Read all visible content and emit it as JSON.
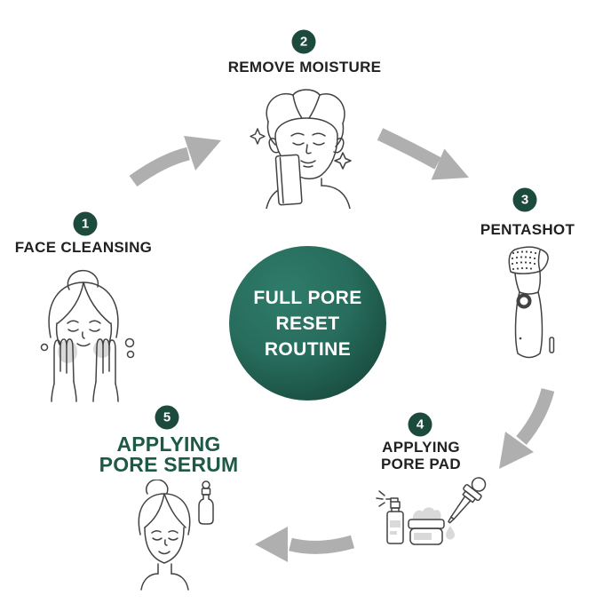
{
  "diagram": {
    "center": {
      "lines": [
        "FULL PORE",
        "RESET",
        "ROUTINE"
      ]
    },
    "steps": [
      {
        "number": "1",
        "lines": [
          "FACE CLEANSING"
        ],
        "icon": "face-cleansing-icon"
      },
      {
        "number": "2",
        "lines": [
          "REMOVE MOISTURE"
        ],
        "icon": "towel-face-icon"
      },
      {
        "number": "3",
        "lines": [
          "PENTASHOT"
        ],
        "icon": "pentashot-device-icon"
      },
      {
        "number": "4",
        "lines": [
          "APPLYING",
          "PORE PAD"
        ],
        "icon": "skincare-products-icon"
      },
      {
        "number": "5",
        "lines": [
          "APPLYING",
          "PORE SERUM"
        ],
        "icon": "serum-application-icon"
      }
    ],
    "arrows": [
      "arrow-step1-to-step2",
      "arrow-step2-to-step3",
      "arrow-step3-to-step4",
      "arrow-step4-to-step5"
    ]
  },
  "colors": {
    "badge_bg": "#1C4A3C",
    "badge_text": "#FFFFFF",
    "label": "#212121",
    "step5_label": "#1E5948",
    "circle_light": "#2F7C6A",
    "circle_dark": "#143D32",
    "circle_text": "#FFFFFF",
    "arrow": "#AFAFAF",
    "line_art": "#424242",
    "shade": "#D9D9D9"
  }
}
